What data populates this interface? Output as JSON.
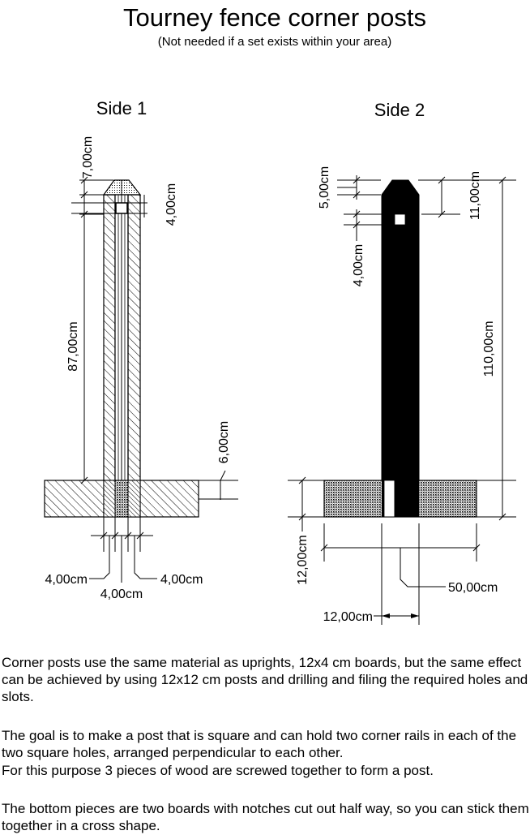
{
  "title": "Tourney fence corner posts",
  "subtitle": "(Not needed if a set exists within your area)",
  "side1": {
    "label": "Side 1",
    "dims": {
      "top": "7,00cm",
      "hole": "4,00cm",
      "length": "87,00cm",
      "base": "6,00cm",
      "left_board": "4,00cm",
      "middle_board": "4,00cm",
      "right_board": "4,00cm"
    }
  },
  "side2": {
    "label": "Side 2",
    "dims": {
      "top": "5,00cm",
      "top2": "11,00cm",
      "hole": "4,00cm",
      "height": "110,00cm",
      "base": "12,00cm",
      "base_width": "50,00cm",
      "post_width": "12,00cm"
    }
  },
  "paragraphs": [
    "Corner posts use the same material as uprights, 12x4 cm boards, but the same effect can be achieved by using 12x12 cm posts and drilling and filing the required holes and slots.",
    "The goal is to make a post that is square and can hold two corner rails in each of the two square holes, arranged perpendicular to each other.",
    "For this purpose 3 pieces of wood are screwed together to form a post.",
    "The bottom pieces are two boards with notches cut out half way, so you can stick them together in a cross shape."
  ]
}
